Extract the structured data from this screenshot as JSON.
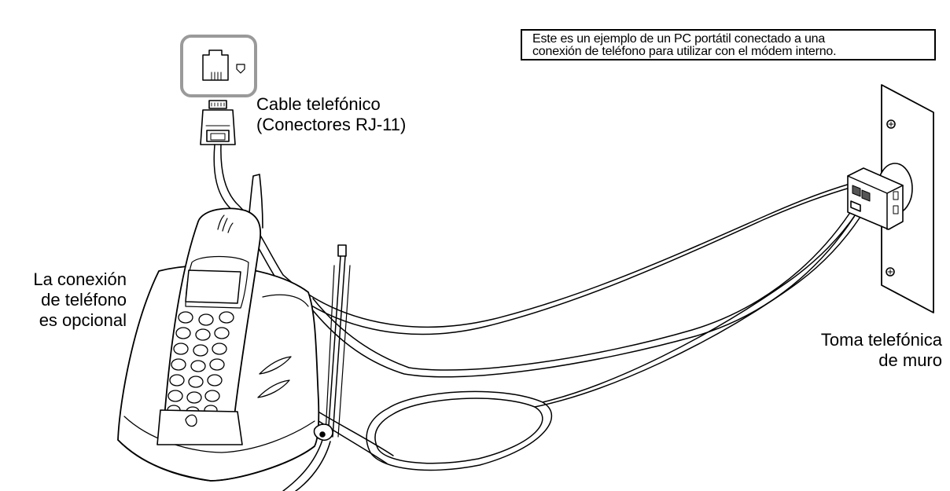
{
  "note": {
    "line1": "Este es un ejemplo de un PC portátil conectado a una",
    "line2": "conexión de teléfono para utilizar con el módem interno."
  },
  "labels": {
    "cable_line1": "Cable telefónico",
    "cable_line2": "(Conectores RJ-11)",
    "optional_line1": "La conexión",
    "optional_line2": "de teléfono",
    "optional_line3": "es opcional",
    "wall_line1": "Toma telefónica",
    "wall_line2": "de muro"
  }
}
